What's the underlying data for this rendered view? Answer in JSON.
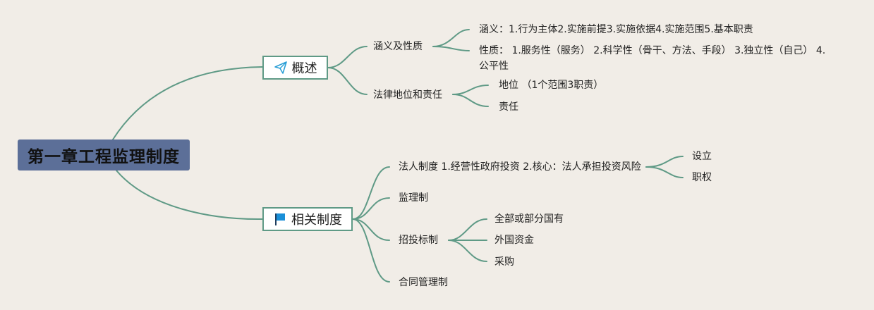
{
  "root": {
    "label": "第一章工程监理制度"
  },
  "overview": {
    "label": "概述",
    "icon": "paper-plane-icon",
    "meaning": {
      "label": "涵义及性质",
      "items": [
        "涵义：1.行为主体2.实施前提3.实施依据4.实施范围5.基本职责",
        "性质： 1.服务性（服务） 2.科学性（骨干、方法、手段） 3.独立性（自己） 4.公平性"
      ]
    },
    "legal": {
      "label": "法律地位和责任",
      "items": [
        "地位 （1个范围3职责）",
        "责任"
      ]
    }
  },
  "related": {
    "label": "相关制度",
    "icon": "flag-icon",
    "legal_person": {
      "label": "法人制度 1.经营性政府投资 2.核心：法人承担投资风险",
      "items": [
        "设立",
        "职权"
      ]
    },
    "supervision": {
      "label": "监理制"
    },
    "bidding": {
      "label": "招投标制",
      "items": [
        "全部或部分国有",
        "外国资金",
        "采购"
      ]
    },
    "contract": {
      "label": "合同管理制"
    }
  },
  "colors": {
    "background": "#f1ede7",
    "root_fill": "#5c6f98",
    "connector": "#5f9a86",
    "plane_icon": "#2a9fd6",
    "flag_icon": "#1a8fd8"
  }
}
